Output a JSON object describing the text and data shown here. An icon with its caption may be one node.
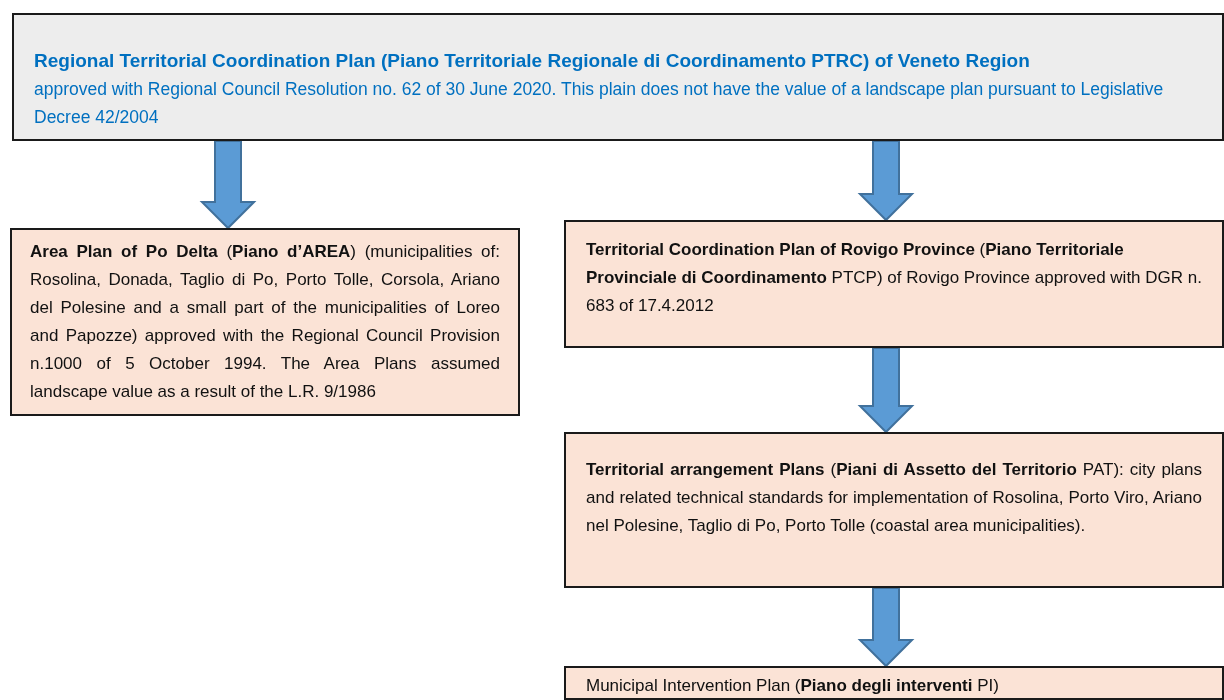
{
  "diagram": {
    "nodes": [
      {
        "text": [
          "Regional Territorial Coordination Plan (Piano Territoriale Regionale di Coordinamento PTRC) of Veneto Region",
          "approved with Regional Council Resolution no. 62 of 30 June 2020. This plain does not have the value of a landscape plan pursuant to Legislative Decree 42/2004"
        ]
      },
      {
        "text": [
          "**Area Plan of Po Delta** (**Piano d’AREA**) (municipalities of: Rosolina, Donada, Taglio di Po, Porto Tolle, Corsola, Ariano del Polesine and a small part of the municipalities of Loreo and Papozze) approved with the Regional Council Provision n.1000 of 5 October 1994. The Area Plans assumed landscape value as a result of the L.R. 9/1986"
        ]
      },
      {
        "text": [
          "**Territorial Coordination Plan of Rovigo Province** (**Piano Territoriale Provinciale di Coordinamento** PTCP) of Rovigo Province approved with DGR n. 683 of 17.4.2012"
        ]
      },
      {
        "text": [
          "**Territorial arrangement Plans** (**Piani di Assetto del Territorio** PAT): city plans and related technical standards for implementation of Rosolina, Porto Viro, Ariano nel Polesine, Taglio di Po, Porto Tolle (coastal area municipalities)."
        ]
      },
      {
        "text": [
          "Municipal Intervention Plan (**Piano degli interventi** PI)"
        ]
      }
    ],
    "edges": [
      {
        "from": 0,
        "to": 1,
        "arrow": "to"
      },
      {
        "from": 0,
        "to": 2,
        "arrow": "to"
      },
      {
        "from": 2,
        "to": 3,
        "arrow": "to"
      },
      {
        "from": 3,
        "to": 4,
        "arrow": "to"
      }
    ]
  }
}
